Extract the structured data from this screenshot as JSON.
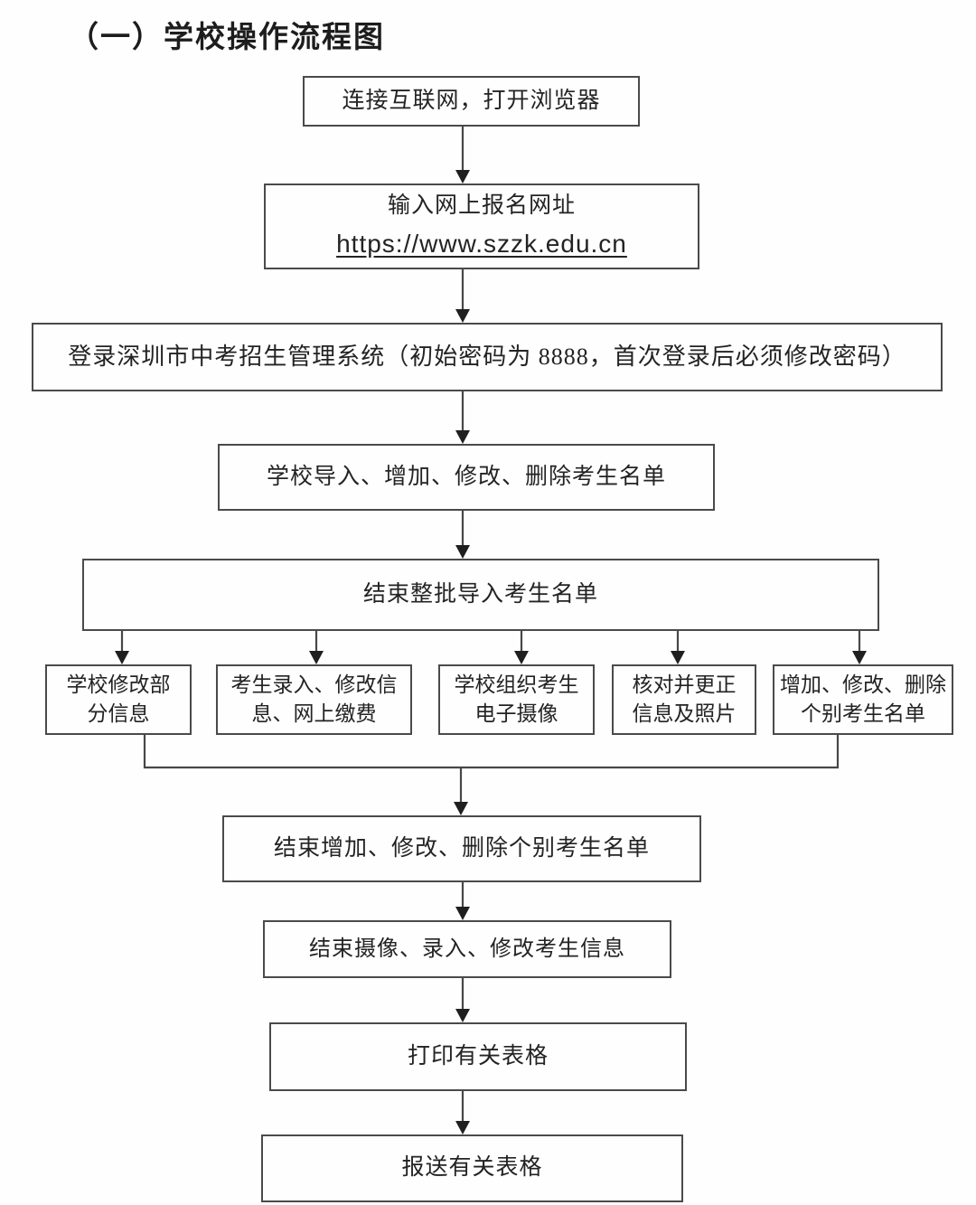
{
  "title": "（一）学校操作流程图",
  "flow": {
    "n1": {
      "label": "连接互联网，打开浏览器"
    },
    "n2": {
      "label": "输入网上报名网址",
      "url": "https://www.szzk.edu.cn"
    },
    "n3": {
      "label": "登录深圳市中考招生管理系统（初始密码为 8888，首次登录后必须修改密码）"
    },
    "n4": {
      "label": "学校导入、增加、修改、删除考生名单"
    },
    "n5": {
      "label": "结束整批导入考生名单"
    },
    "branches": {
      "b1": {
        "label": "学校修改部\n分信息"
      },
      "b2": {
        "label": "考生录入、修改信\n息、网上缴费"
      },
      "b3": {
        "label": "学校组织考生\n电子摄像"
      },
      "b4": {
        "label": "核对并更正\n信息及照片"
      },
      "b5": {
        "label": "增加、修改、删除\n个别考生名单"
      }
    },
    "n6": {
      "label": "结束增加、修改、删除个别考生名单"
    },
    "n7": {
      "label": "结束摄像、录入、修改考生信息"
    },
    "n8": {
      "label": "打印有关表格"
    },
    "n9": {
      "label": "报送有关表格"
    }
  },
  "colors": {
    "line": "#474747",
    "text": "#232323",
    "background": "#fefefe"
  }
}
